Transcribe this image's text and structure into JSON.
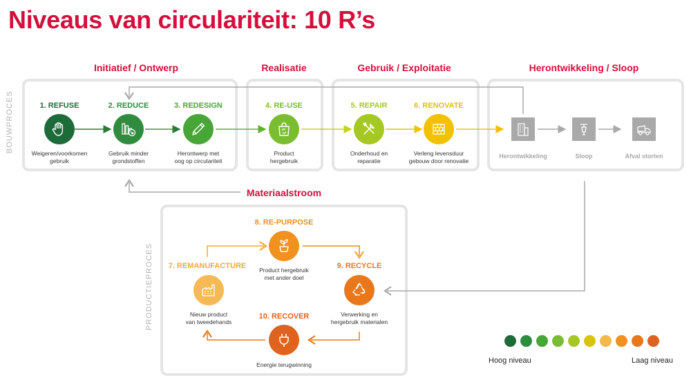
{
  "title": "Niveaus van circulariteit: 10 R’s",
  "phases": [
    "Initiatief / Ontwerp",
    "Realisatie",
    "Gebruik / Exploitatie",
    "Herontwikkeling / Sloop"
  ],
  "side_labels": {
    "bouwproces": "BOUWPROCES",
    "productieproces": "PRODUCTIEPROCES"
  },
  "flow_label": "Materiaalstroom",
  "steps": [
    {
      "title": "1. REFUSE",
      "desc": "Weigeren/voorkomen\ngebruik",
      "color": "#1e6b3a",
      "icon": "hand-stop-icon"
    },
    {
      "title": "2. REDUCE",
      "desc": "Gebruik minder\ngrondstoffen",
      "color": "#2f8c3f",
      "icon": "reduce-chart-icon"
    },
    {
      "title": "3. REDESIGN",
      "desc": "Herontwerp met\noog op circulariteit",
      "color": "#48a638",
      "icon": "pencil-icon"
    },
    {
      "title": "4. RE-USE",
      "desc": "Product\nhergebruik",
      "color": "#7bbd31",
      "icon": "reuse-bag-icon"
    },
    {
      "title": "5. REPAIR",
      "desc": "Onderhoud en\nreparatie",
      "color": "#a5c823",
      "icon": "tools-icon"
    },
    {
      "title": "6. RENOVATE",
      "desc": "Verleng levensduur\ngebouw door renovatie",
      "color": "#d9c40b",
      "icon": "brick-wall-icon"
    },
    {
      "title": "7. REMANUFACTURE",
      "desc": "Nieuw product\nvan tweedehands",
      "color": "#f2a93b",
      "icon": "factory-icon"
    },
    {
      "title": "8. RE-PURPOSE",
      "desc": "Product hergebruik\nmet ander doel",
      "color": "#f0921d",
      "icon": "plant-cup-icon"
    },
    {
      "title": "9. RECYCLE",
      "desc": "Verwerking en\nhergebruik materialen",
      "color": "#e9781c",
      "icon": "recycle-icon"
    },
    {
      "title": "10. RECOVER",
      "desc": "Energie terugwinning",
      "color": "#e0621f",
      "icon": "plug-icon"
    }
  ],
  "end_steps": [
    {
      "label": "Herontwikkeling",
      "icon": "building-icon"
    },
    {
      "label": "Sloop",
      "icon": "jackhammer-icon"
    },
    {
      "label": "Afval storten",
      "icon": "dump-truck-icon"
    }
  ],
  "legend": {
    "high": "Hoog niveau",
    "low": "Laag niveau",
    "colors": [
      "#1e6b3a",
      "#2f8c3f",
      "#48a638",
      "#7bbd31",
      "#a5c823",
      "#d9c40b",
      "#f2b84a",
      "#f0921d",
      "#e9781c",
      "#e0621f"
    ]
  },
  "colors": {
    "accent": "#d40f3c",
    "gray": "#a9a9a9",
    "panel_border": "#e5e5e5"
  }
}
